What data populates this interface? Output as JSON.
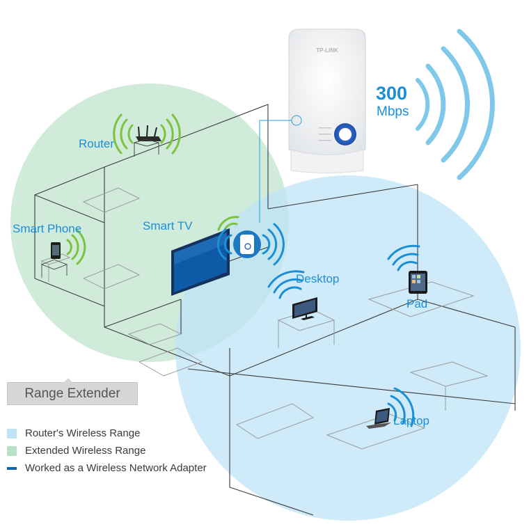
{
  "product": {
    "brand_logo": "TP-LINK",
    "speed_value": "300",
    "speed_unit": "Mbps"
  },
  "device_labels": {
    "router": "Router",
    "smart_phone": "Smart Phone",
    "smart_tv": "Smart TV",
    "desktop": "Desktop",
    "pad": "Pad",
    "laptop": "Laptop"
  },
  "section_title": "Range Extender",
  "legend": [
    {
      "label": "Router's Wireless Range",
      "color": "#bfe3f5",
      "kind": "swatch"
    },
    {
      "label": "Extended Wireless Range",
      "color": "#b7e1c6",
      "kind": "swatch"
    },
    {
      "label": "Worked as a Wireless Network Adapter",
      "color": "#1565a6",
      "kind": "line"
    }
  ],
  "colors": {
    "router_range": "#bfe3f5",
    "extended_range": "#b7e1c6",
    "accent_blue": "#1b8fd6",
    "signal_green": "#7cc241",
    "tv_screen": "#0e4f8f"
  },
  "icons": [
    "router-icon",
    "smart-phone-icon",
    "smart-tv-icon",
    "range-extender-icon",
    "desktop-icon",
    "pad-icon",
    "laptop-icon",
    "wifi-signal-icon"
  ]
}
